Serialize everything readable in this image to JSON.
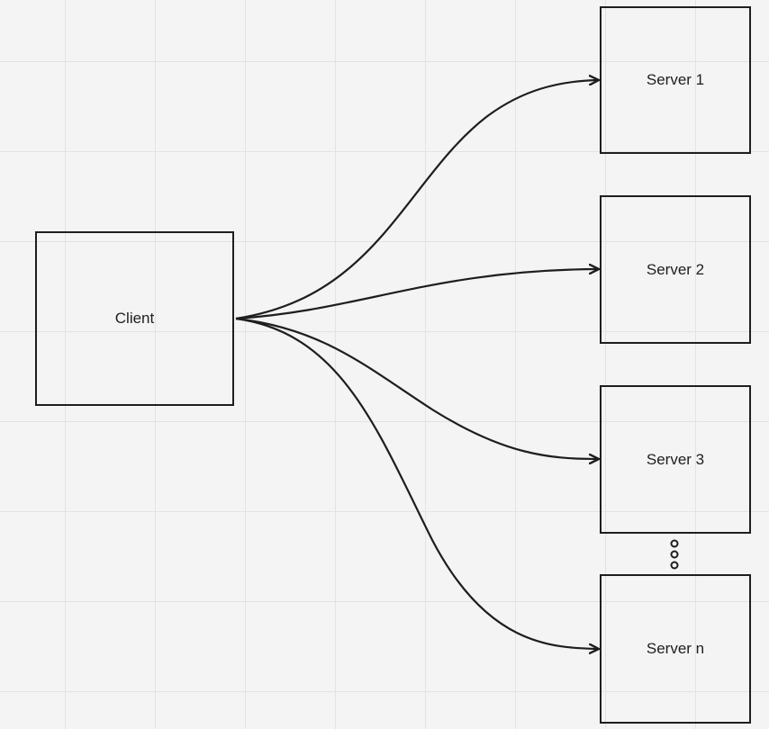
{
  "diagram": {
    "client": {
      "label": "Client"
    },
    "servers": [
      {
        "label": "Server 1"
      },
      {
        "label": "Server 2"
      },
      {
        "label": "Server 3"
      },
      {
        "label": "Server n"
      }
    ],
    "ellipsis_icon": "vertical-dots-icon",
    "colors": {
      "stroke": "#1e1e1e",
      "background": "#f4f4f4",
      "grid": "#e3e3e3"
    }
  }
}
